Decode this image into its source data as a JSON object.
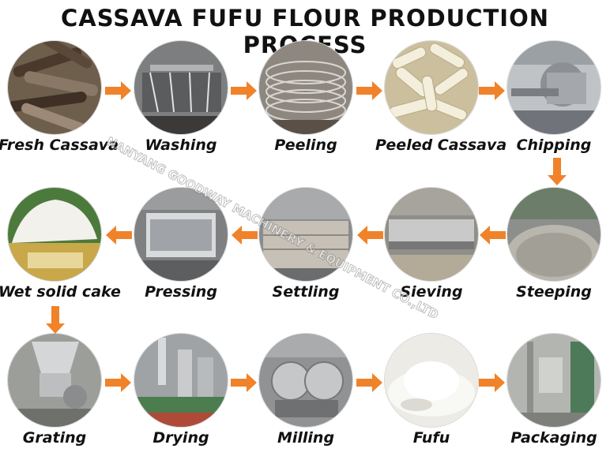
{
  "title": "CASSAVA FUFU FLOUR PRODUCTION PROCESS",
  "colors": {
    "arrow": "#f0822a",
    "text": "#111111"
  },
  "steps": [
    {
      "label": "Fresh Cassava"
    },
    {
      "label": "Washing"
    },
    {
      "label": "Peeling"
    },
    {
      "label": "Peeled Cassava"
    },
    {
      "label": "Chipping"
    },
    {
      "label": "Steeping"
    },
    {
      "label": "Sieving"
    },
    {
      "label": "Settling"
    },
    {
      "label": "Pressing"
    },
    {
      "label": "Wet solid cake"
    },
    {
      "label": "Grating"
    },
    {
      "label": "Drying"
    },
    {
      "label": "Milling"
    },
    {
      "label": "Fufu"
    },
    {
      "label": "Packaging"
    }
  ],
  "watermark": "NANYANG GOODWAY MACHINERY & EQUIPMENT CO.,LTD"
}
